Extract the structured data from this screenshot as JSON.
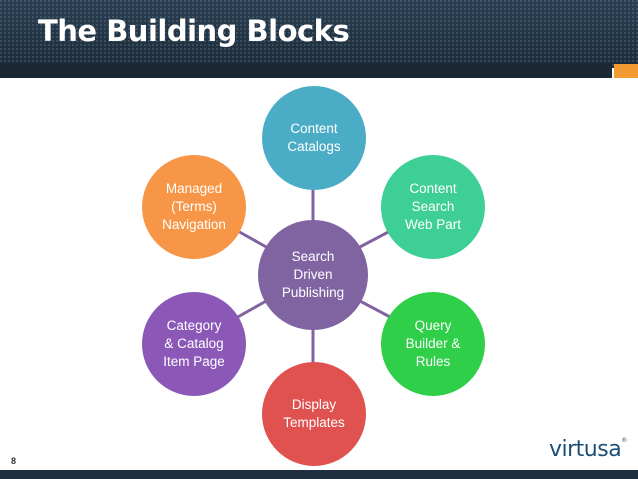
{
  "slide": {
    "title": "The Building Blocks",
    "page_number": "8",
    "logo_text": "virtusa",
    "logo_mark": "®"
  },
  "diagram": {
    "center": {
      "label": "Search\nDriven\nPublishing",
      "color": "#8064a2"
    },
    "nodes": [
      {
        "id": "content-catalogs",
        "label": "Content\nCatalogs",
        "color": "#4bacc6"
      },
      {
        "id": "content-search-web-part",
        "label": "Content\nSearch\nWeb Part",
        "color": "#3ecf97"
      },
      {
        "id": "query-builder-rules",
        "label": "Query\nBuilder &\nRules",
        "color": "#2fcf4a"
      },
      {
        "id": "display-templates",
        "label": "Display\nTemplates",
        "color": "#e05250"
      },
      {
        "id": "category-catalog-item-page",
        "label": "Category\n& Catalog\nItem Page",
        "color": "#8c58b8"
      },
      {
        "id": "managed-terms-navigation",
        "label": "Managed\n(Terms)\nNavigation",
        "color": "#f79646"
      }
    ],
    "connector_color": "#8064a2"
  }
}
